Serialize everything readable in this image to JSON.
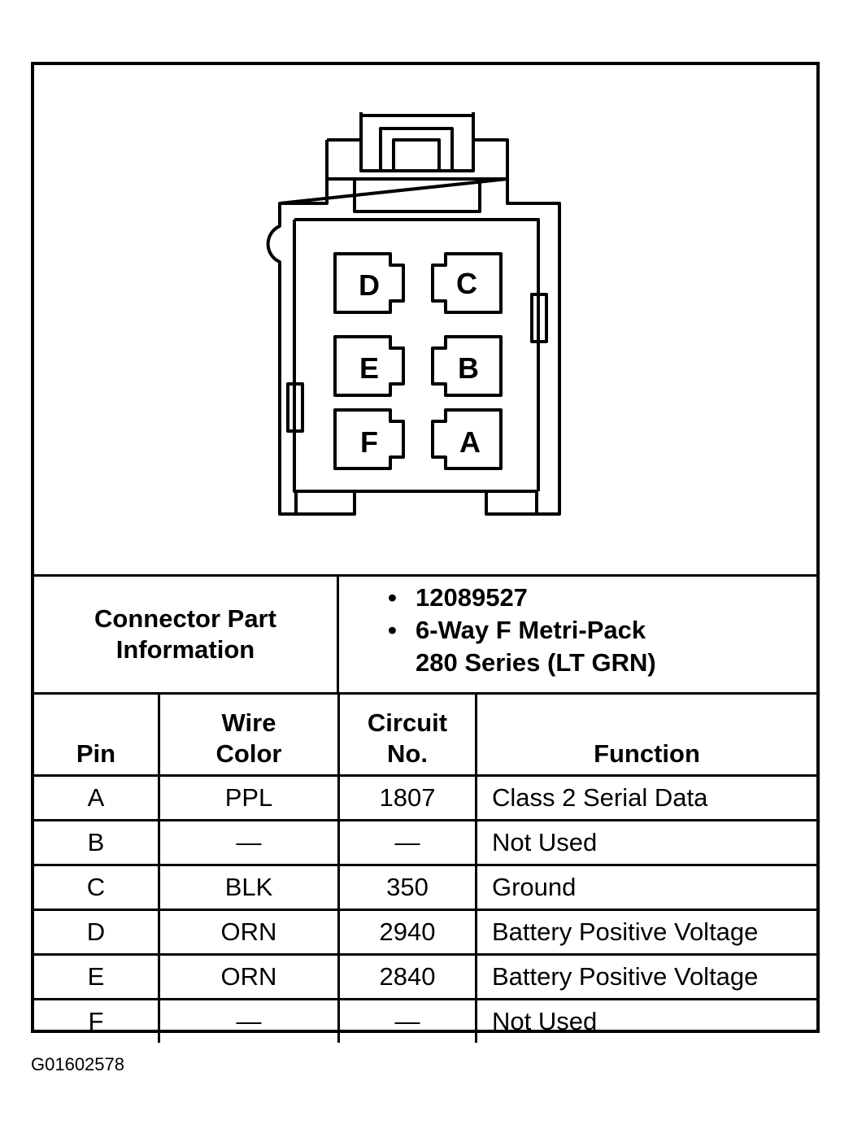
{
  "connector": {
    "pins": [
      {
        "label": "D"
      },
      {
        "label": "C"
      },
      {
        "label": "E"
      },
      {
        "label": "B"
      },
      {
        "label": "F"
      },
      {
        "label": "A"
      }
    ]
  },
  "connector_info": {
    "label_line1": "Connector Part",
    "label_line2": "Information",
    "part_number": "12089527",
    "description_line1": "6-Way F Metri-Pack",
    "description_line2": "280 Series (LT GRN)"
  },
  "pin_table": {
    "headers": {
      "pin": "Pin",
      "wire_line1": "Wire",
      "wire_line2": "Color",
      "circuit_line1": "Circuit",
      "circuit_line2": "No.",
      "function": "Function"
    },
    "rows": [
      {
        "pin": "A",
        "wire": "PPL",
        "circuit": "1807",
        "function": "Class 2 Serial Data"
      },
      {
        "pin": "B",
        "wire": "—",
        "circuit": "—",
        "function": "Not Used"
      },
      {
        "pin": "C",
        "wire": "BLK",
        "circuit": "350",
        "function": "Ground"
      },
      {
        "pin": "D",
        "wire": "ORN",
        "circuit": "2940",
        "function": "Battery Positive Voltage"
      },
      {
        "pin": "E",
        "wire": "ORN",
        "circuit": "2840",
        "function": "Battery Positive Voltage"
      },
      {
        "pin": "F",
        "wire": "—",
        "circuit": "—",
        "function": "Not Used"
      }
    ]
  },
  "figure_id": "G01602578"
}
